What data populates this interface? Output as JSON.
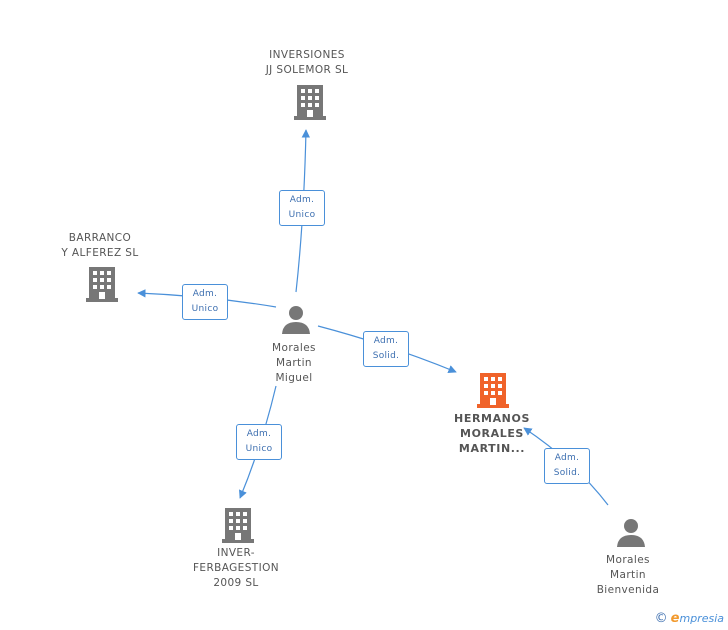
{
  "colors": {
    "edge": "#4a90d9",
    "company": "#777777",
    "company_focus": "#f0632a",
    "person": "#777777"
  },
  "nodes": {
    "inversiones": {
      "lines": [
        "INVERSIONES",
        "JJ SOLEMOR SL"
      ],
      "icon": "building-icon"
    },
    "barranco": {
      "lines": [
        "BARRANCO",
        "Y ALFEREZ SL"
      ],
      "icon": "building-icon"
    },
    "miguel": {
      "lines": [
        "Morales",
        "Martin",
        "Miguel"
      ],
      "icon": "person-icon"
    },
    "hermanos": {
      "lines": [
        "HERMANOS",
        "MORALES",
        "MARTIN..."
      ],
      "icon": "building-icon"
    },
    "inverferba": {
      "lines": [
        "INVER-",
        "FERBAGESTION",
        "2009 SL"
      ],
      "icon": "building-icon"
    },
    "bienvenida": {
      "lines": [
        "Morales",
        "Martin",
        "Bienvenida"
      ],
      "icon": "person-icon"
    }
  },
  "edges": {
    "to_inversiones": {
      "lines": [
        "Adm.",
        "Unico"
      ]
    },
    "to_barranco": {
      "lines": [
        "Adm.",
        "Unico"
      ]
    },
    "to_hermanos": {
      "lines": [
        "Adm.",
        "Solid."
      ]
    },
    "to_inverferba": {
      "lines": [
        "Adm.",
        "Unico"
      ]
    },
    "bienvenida_to_hermanos": {
      "lines": [
        "Adm.",
        "Solid."
      ]
    }
  },
  "footer": {
    "copyright": "©",
    "brand_initial": "e",
    "brand_rest": "mpresia"
  }
}
